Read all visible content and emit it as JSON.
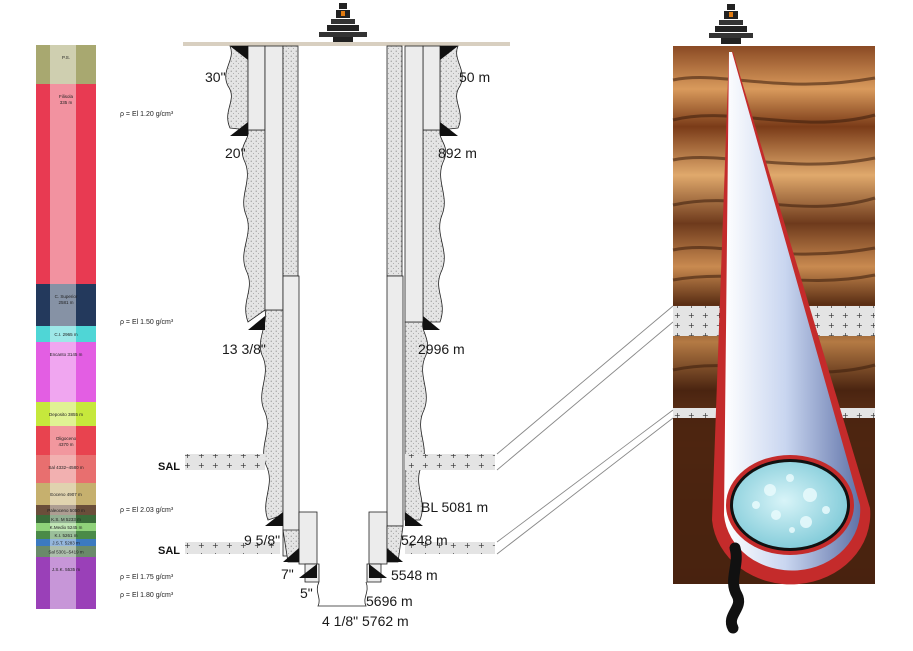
{
  "strat_column": [
    {
      "label": "P.S.",
      "color": "#a8a870"
    },
    {
      "label": "Filisola\n335 m",
      "color": "#e83a52"
    },
    {
      "label": "C. Superior\n2581 m",
      "color": "#23395c"
    },
    {
      "label": "C.I. 2965 m",
      "color": "#4fd6d6"
    },
    {
      "label": "Encanto 3145 m",
      "color": "#e35ee3"
    },
    {
      "label": "Deposito 3855 m",
      "color": "#c6e83c"
    },
    {
      "label": "Oligoceno\n4370 m",
      "color": "#e8434f"
    },
    {
      "label": "Sal 4332–4580 m",
      "color": "#e86f6f"
    },
    {
      "label": "Eoceno 4907 m",
      "color": "#c6b06e"
    },
    {
      "label": "Paleoceno 5050 m",
      "color": "#6a4e3a"
    },
    {
      "label": "K.S. M 5233 m",
      "color": "#3a6d3a"
    },
    {
      "label": "K.Medio 5245 m",
      "color": "#8fd27a"
    },
    {
      "label": "K.I. 5261 m",
      "color": "#4a8a48"
    },
    {
      "label": "J.S.T. 5283 m",
      "color": "#3c7ac0"
    },
    {
      "label": "Sal 5301–5419 m",
      "color": "#6a8a6a"
    },
    {
      "label": "J.S.K. 5535 m",
      "color": "#9a40b8"
    }
  ],
  "densities": [
    "ρ = El 1.20 g/cm³",
    "ρ = El 1.50 g/cm³",
    "ρ = El 2.03 g/cm³",
    "ρ = El 1.75 g/cm³",
    "ρ = El 1.80 g/cm³"
  ],
  "casing_left": [
    "30\"",
    "20\"",
    "13 3/8\"",
    "9 5/8\"",
    "7\"",
    "5\""
  ],
  "casing_right": [
    "50 m",
    "892 m",
    "2996 m",
    "BL 5081 m",
    "5248 m",
    "5548 m",
    "5696 m"
  ],
  "bottom_label": "4 1/8\" 5762 m",
  "sal_labels": [
    "SAL",
    "SAL"
  ],
  "colors": {
    "steel": "#e8e8e8",
    "cement": "#dcdcdc",
    "ground": "#d8cfc0",
    "mud_red": "#c42b2b",
    "water": "#a8e0ea"
  }
}
